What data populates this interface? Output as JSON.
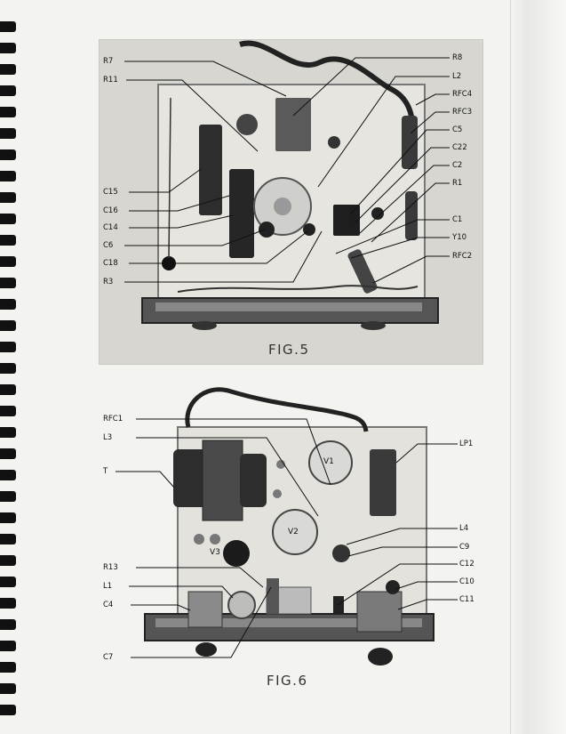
{
  "fig5": {
    "caption": "FIG.5",
    "labels_left": [
      "R7",
      "R11",
      "C15",
      "C16",
      "C14",
      "C6",
      "C18",
      "R3"
    ],
    "labels_right": [
      "R8",
      "L2",
      "RFC4",
      "RFC3",
      "C5",
      "C22",
      "C2",
      "R1",
      "C1",
      "Y10",
      "RFC2"
    ]
  },
  "fig6": {
    "caption": "FIG.6",
    "labels_left": [
      "RFC1",
      "L3",
      "T",
      "R13",
      "L1",
      "C4",
      "C7"
    ],
    "labels_right": [
      "LP1",
      "L4",
      "C9",
      "C12",
      "C10",
      "C11"
    ],
    "tube_labels": [
      "V1",
      "V2",
      "V3"
    ]
  }
}
